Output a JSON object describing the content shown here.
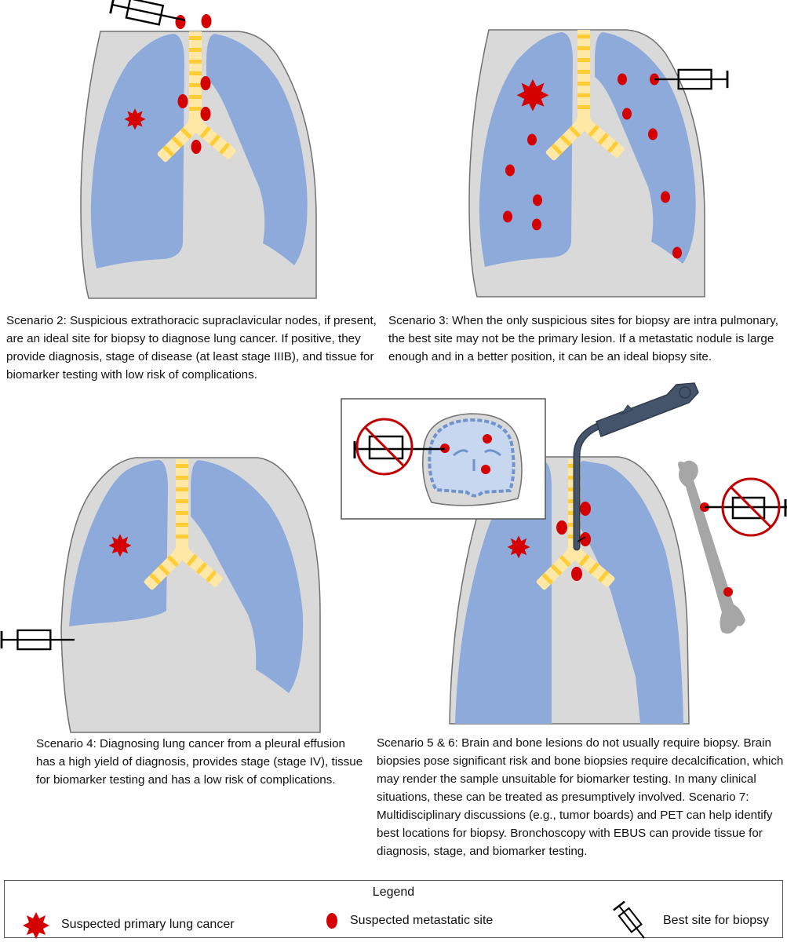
{
  "colors": {
    "chest": "#d9d9d9",
    "chest_outline": "#707070",
    "lung": "#8eaadb",
    "airway": "#ffe8a6",
    "airway_ring": "#ffcc33",
    "lesion": "#d50000",
    "syringe": "#000000",
    "prohibit": "#c00000",
    "scope": "#44546a",
    "bone": "#a6a6a6",
    "brain": "#c7d7f0",
    "brain_gyri": "#6f93cc"
  },
  "panels": [
    {
      "id": "scenario-2",
      "caption": "Scenario 2: Suspicious extrathoracic supraclavicular nodes, if present, are an ideal site for biopsy to diagnose lung cancer. If positive, they provide diagnosis, stage of disease (at least stage IIIB), and tissue for biomarker testing with low risk of complications."
    },
    {
      "id": "scenario-3",
      "caption": "Scenario 3: When the only suspicious sites for biopsy are intra pulmonary, the best site may not be the primary lesion. If a metastatic nodule is large enough and in a better position, it can be an ideal biopsy site."
    },
    {
      "id": "scenario-4",
      "caption": "Scenario 4: Diagnosing lung cancer from a pleural effusion has a high yield of diagnosis, provides stage (stage IV), tissue for biomarker testing and has a low risk of complications."
    },
    {
      "id": "scenario-5-6-7",
      "caption": "Scenario 5 & 6: Brain and bone lesions do not usually require biopsy. Brain biopsies pose significant risk and bone biopsies require decalcification, which may render the sample unsuitable for biomarker testing. In many clinical situations, these can be treated as presumptively involved. Scenario 7: Multidisciplinary discussions (e.g., tumor boards) and PET can help identify best locations for biopsy. Bronchoscopy with EBUS can provide tissue for diagnosis, stage, and biomarker testing."
    }
  ],
  "legend": {
    "title": "Legend",
    "items": [
      {
        "icon": "primary-tumor-icon",
        "label": "Suspected primary lung cancer"
      },
      {
        "icon": "metastasis-dot-icon",
        "label": "Suspected metastatic site"
      },
      {
        "icon": "syringe-icon",
        "label": "Best site for biopsy"
      }
    ]
  }
}
